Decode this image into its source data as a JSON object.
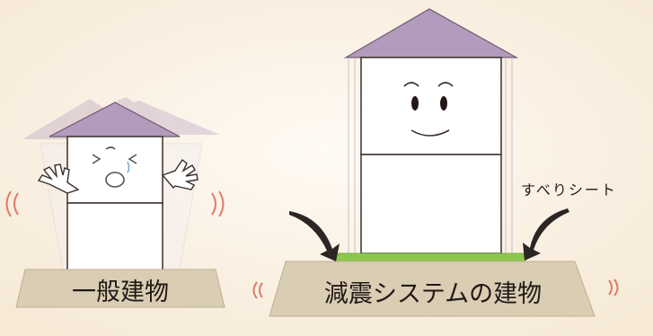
{
  "left_building": {
    "label": "一般建物"
  },
  "right_building": {
    "label": "減震システムの建物",
    "sheet_label": "すべりシート"
  },
  "colors": {
    "background": "#fdf6ec",
    "roof": "#b39bbd",
    "wall": "#ffffff",
    "outline": "#3a2f2a",
    "ground": "#d9cdb4",
    "ground_edge": "#bfae8c",
    "sliding_sheet": "#8cc84b",
    "shake_marks": "#e07a6a",
    "arrow": "#2b2523"
  }
}
